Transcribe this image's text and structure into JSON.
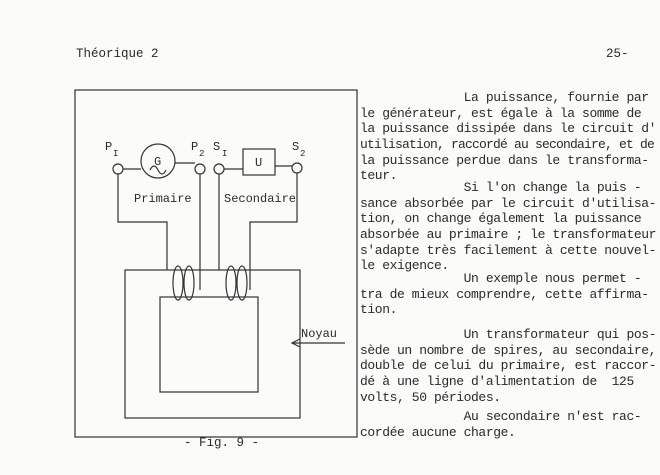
{
  "header": {
    "section": "Théorique 2",
    "page_number": "25-"
  },
  "figure": {
    "caption": "- Fig. 9 -",
    "labels": {
      "p1": "P",
      "p1_sub": "I",
      "p2": "P",
      "p2_sub": "2",
      "s1": "S",
      "s1_sub": "I",
      "s2": "S",
      "s2_sub": "2",
      "generator": "G",
      "load": "U",
      "primary": "Primaire",
      "secondary": "Secondaire",
      "core": "Noyau"
    }
  },
  "paragraphs": [
    {
      "lines": [
        "              La puissance, fournie par",
        "le générateur, est égale à la somme de",
        "la puissance dissipée dans le circuit d'",
        "utilisation, raccordé au secondaire, et de",
        "la puissance perdue dans le transforma-",
        "teur."
      ]
    },
    {
      "lines": [
        "              Si l'on change la puis -",
        "sance absorbée par le circuit d'utilisa-",
        "tion, on change également la puissance",
        "absorbée au primaire ; le transformateur",
        "s'adapte très facilement à cette nouvel-",
        "le exigence."
      ]
    },
    {
      "lines": [
        "              Un exemple nous permet -",
        "tra de mieux comprendre, cette affirma-",
        "tion."
      ]
    },
    {
      "lines": [
        "              Un transformateur qui pos-",
        "sède un nombre de spires, au secondaire,",
        "double de celui du primaire, est raccor-",
        "dé à une ligne d'alimentation de  125",
        "volts, 50 périodes."
      ]
    },
    {
      "lines": [
        "              Au secondaire n'est rac-",
        "cordée aucune charge."
      ]
    }
  ]
}
